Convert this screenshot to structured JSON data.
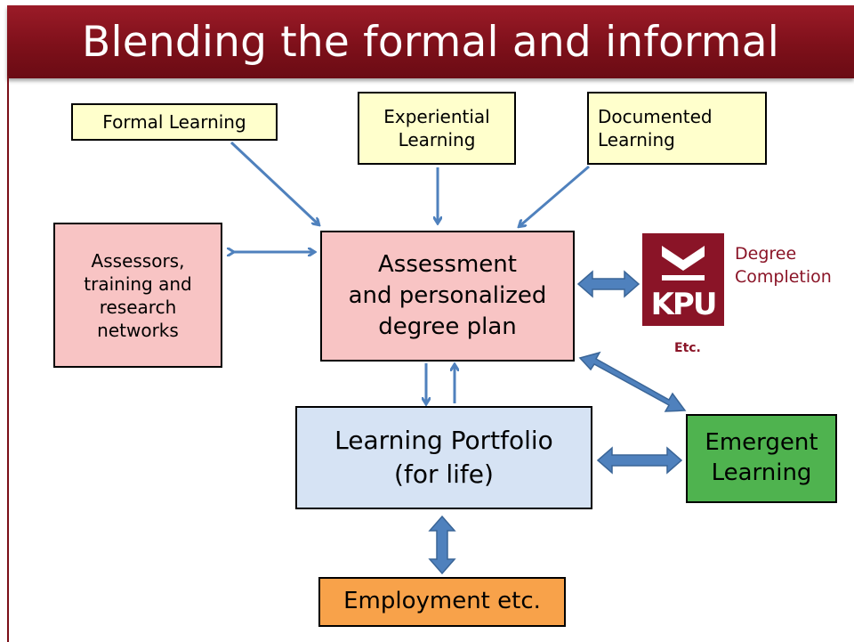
{
  "slide": {
    "title": "Blending the formal and informal"
  },
  "nodes": {
    "formal": "Formal Learning",
    "experiential": "Experiential\nLearning",
    "documented": "Documented\nLearning",
    "assessors": "Assessors,\ntraining and\nresearch\nnetworks",
    "assessment": "Assessment\nand personalized\ndegree plan",
    "portfolio": "Learning Portfolio\n(for life)",
    "emergent": "Emergent\nLearning",
    "employment": "Employment etc."
  },
  "partner": {
    "logo_text": "KPU",
    "label": "Degree\nCompletion",
    "etc": "Etc."
  },
  "colors": {
    "title_bar": "#8b1520",
    "yellow_box": "#ffffcc",
    "pink_box": "#f8c4c4",
    "blue_box": "#d6e3f4",
    "green_box": "#4fb34f",
    "orange_box": "#f8a24a",
    "arrow": "#4f81bd",
    "kpu_brand": "#8a1427"
  }
}
